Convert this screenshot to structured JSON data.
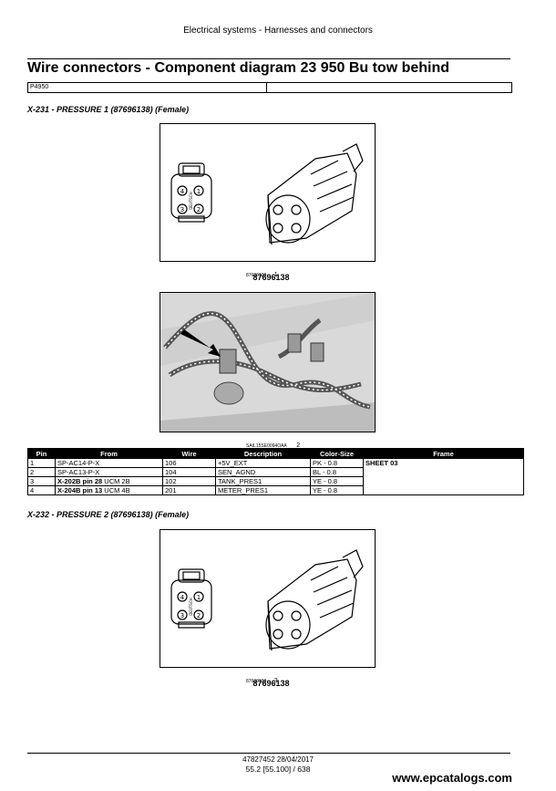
{
  "header": {
    "title": "Electrical systems - Harnesses and connectors"
  },
  "page": {
    "title": "Wire connectors - Component diagram 23 950 Bu tow behind",
    "id_code": "P4950"
  },
  "sections": [
    {
      "heading": "X-231 - PRESSURE 1 (87696138) (Female)",
      "fig_small": "87696138",
      "fig_num": "1",
      "part_number": "87696138"
    },
    {
      "heading": "X-232 - PRESSURE 2 (87696138) (Female)",
      "fig_small": "87696138",
      "fig_num": "3",
      "part_number": "87696138"
    }
  ],
  "photo": {
    "code": "SAIL15SE0094OAA",
    "fig_num": "2"
  },
  "connector": {
    "pins": [
      "4",
      "1",
      "3",
      "2"
    ],
    "brand": "DEUTSCH"
  },
  "table": {
    "headers": [
      "Pin",
      "From",
      "Wire",
      "Description",
      "Color-Size",
      "Frame"
    ],
    "frame": "SHEET 03",
    "rows": [
      {
        "pin": "1",
        "from_bold": "",
        "from": "SP-AC14-P-X",
        "wire": "106",
        "desc": "+5V_EXT",
        "color": "PK - 0.8"
      },
      {
        "pin": "2",
        "from_bold": "",
        "from": "SP-AC13-P-X",
        "wire": "104",
        "desc": "SEN_AGND",
        "color": "BL - 0.8"
      },
      {
        "pin": "3",
        "from_bold": "X-202B pin 28",
        "from": " UCM 2B",
        "wire": "102",
        "desc": "TANK_PRES1",
        "color": "YE - 0.8"
      },
      {
        "pin": "4",
        "from_bold": "X-204B pin 13",
        "from": " UCM 4B",
        "wire": "201",
        "desc": "METER_PRES1",
        "color": "YE - 0.8"
      }
    ]
  },
  "footer": {
    "doc": "47827452 28/04/2017",
    "page": "55.2 [55.100] / 638",
    "watermark": "www.epcatalogs.com"
  }
}
